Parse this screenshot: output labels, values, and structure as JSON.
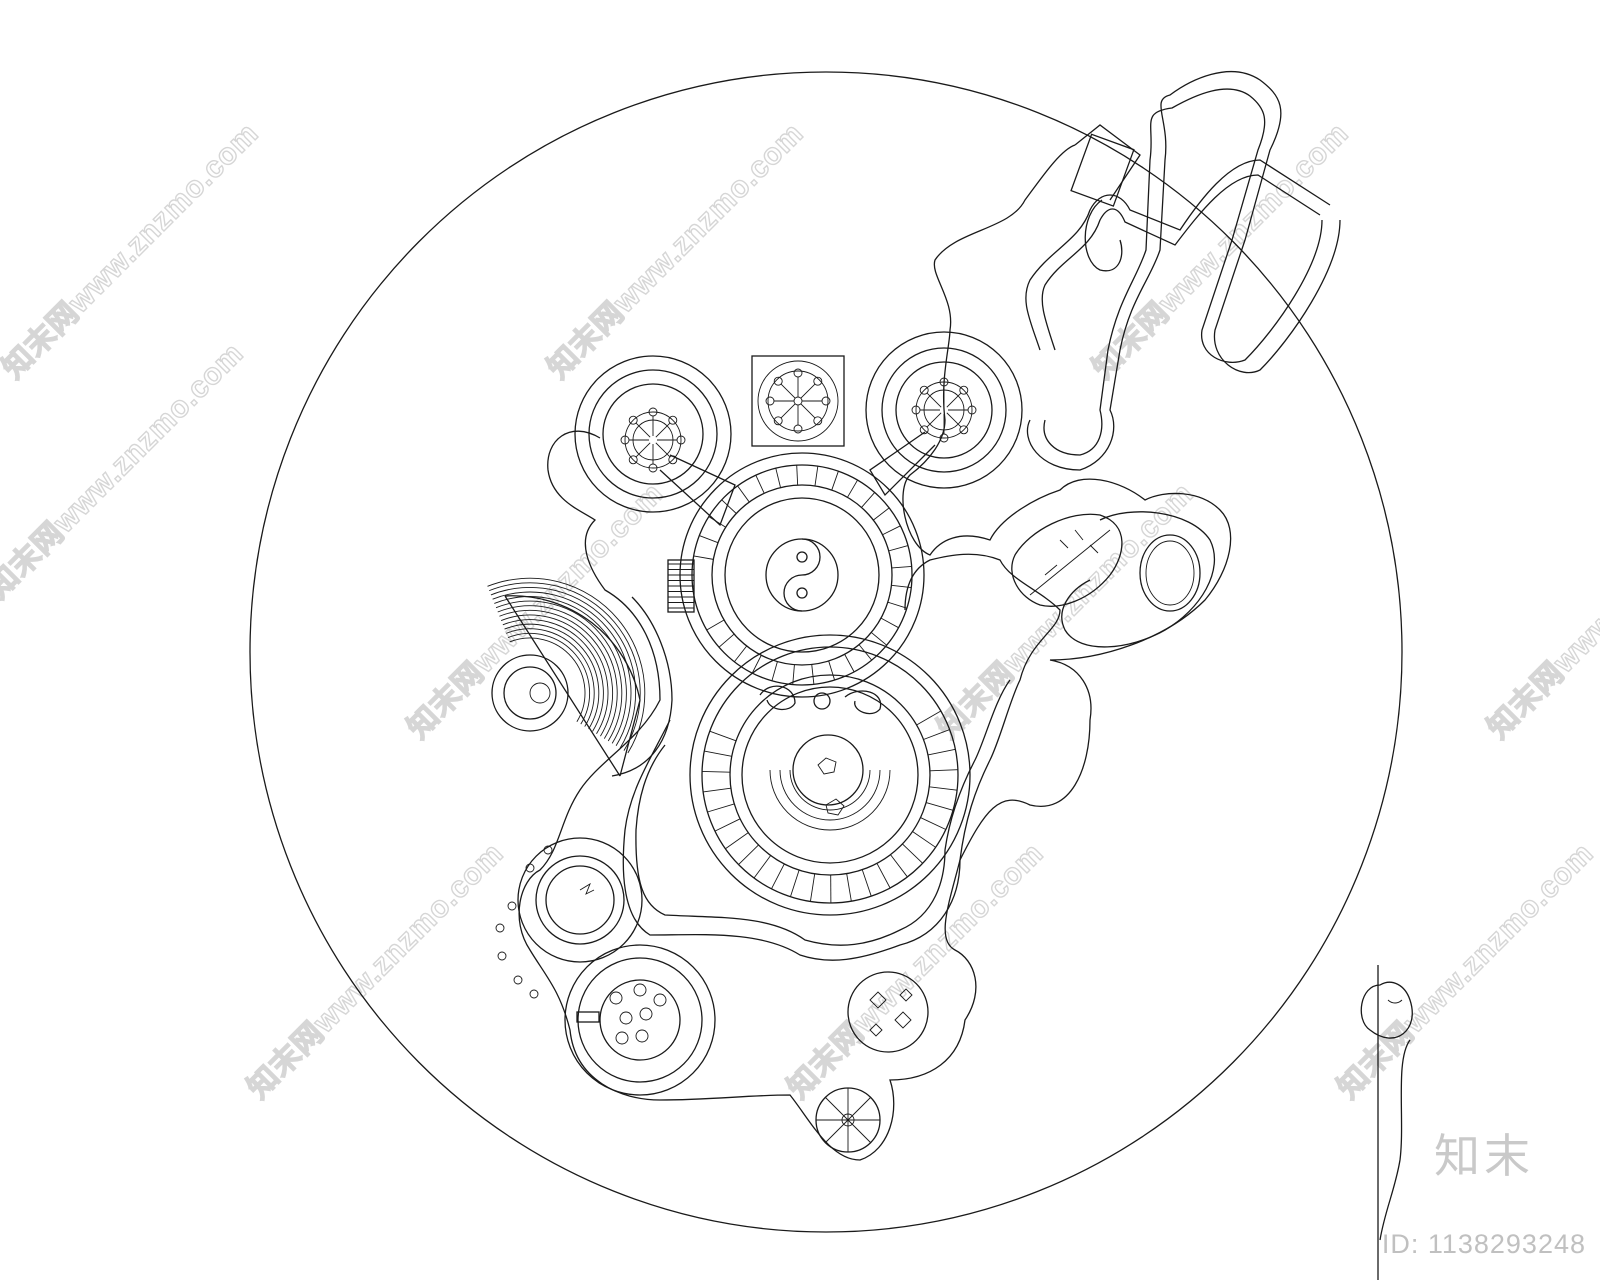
{
  "watermark": {
    "site_text": "知末网www.znzmo.com",
    "brand": "知末",
    "id_text": "ID: 1138293248"
  },
  "drawing": {
    "line_color": "#1a1a1a",
    "watermark_color": "#d6d6d6"
  }
}
